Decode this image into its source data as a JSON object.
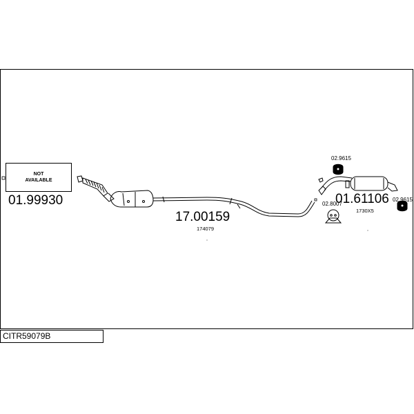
{
  "diagram": {
    "drawing_code": "CITR59079B",
    "not_available_line1": "NOT",
    "not_available_line2": "AVAILABLE",
    "parts": {
      "front_pipe_number": "01.99930",
      "middle_section_number": "17.00159",
      "middle_section_ref": "174079",
      "rear_silencer_number": "01.61106",
      "rear_silencer_ref": "1730X5",
      "rubber_mount_front": "02.9615",
      "rubber_mount_rear": "02.9615",
      "clamp": "02.8007"
    }
  }
}
